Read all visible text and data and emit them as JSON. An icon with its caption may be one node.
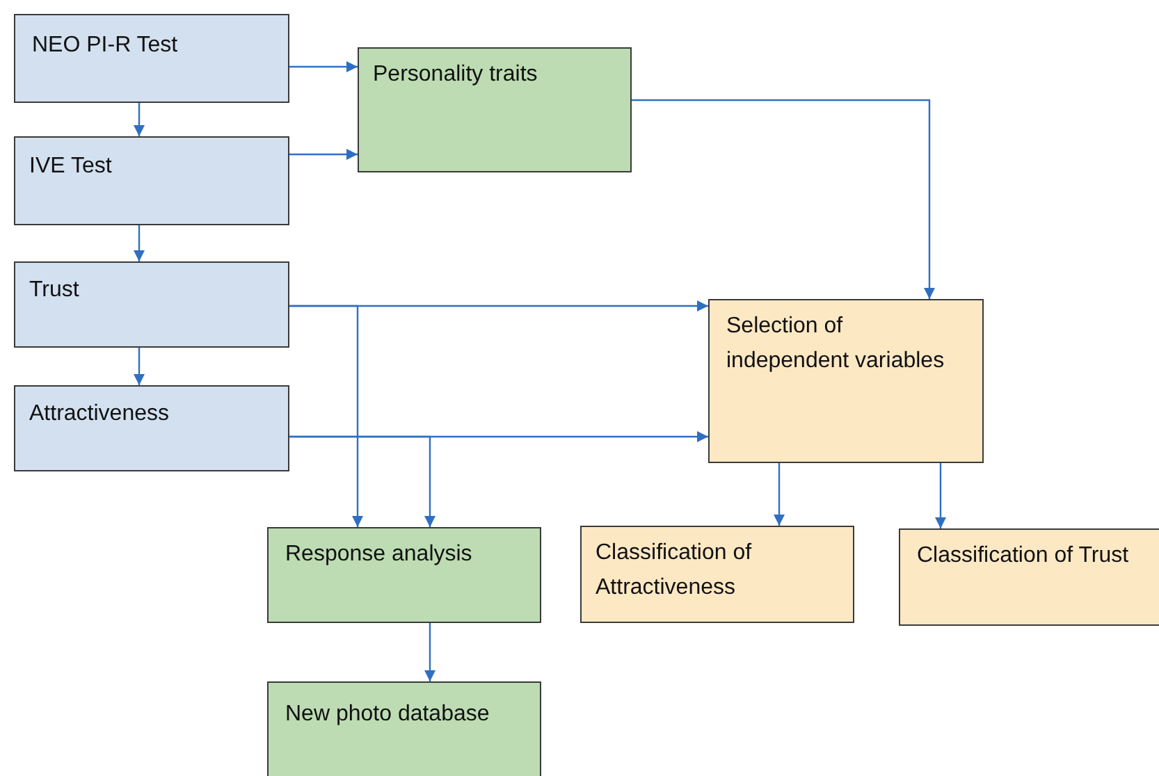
{
  "diagram": {
    "nodes": [
      {
        "text": [
          "NEO PI-R Test"
        ]
      },
      {
        "text": [
          "Personality traits"
        ]
      },
      {
        "text": [
          "IVE Test"
        ]
      },
      {
        "text": [
          "Trust"
        ]
      },
      {
        "text": [
          "Attractiveness"
        ]
      },
      {
        "text": [
          "Selection of independent variables"
        ]
      },
      {
        "text": [
          "Response analysis"
        ]
      },
      {
        "text": [
          "Classification of Attractiveness"
        ]
      },
      {
        "text": [
          "Classification of Trust"
        ]
      },
      {
        "text": [
          "New photo database"
        ]
      }
    ],
    "edges": [
      {
        "from": 0,
        "to": 1,
        "arrow": "to"
      },
      {
        "from": 0,
        "to": 2,
        "arrow": "to"
      },
      {
        "from": 2,
        "to": 1,
        "arrow": "to"
      },
      {
        "from": 2,
        "to": 3,
        "arrow": "to"
      },
      {
        "from": 3,
        "to": 4,
        "arrow": "to"
      },
      {
        "from": 1,
        "to": 5,
        "arrow": "to"
      },
      {
        "from": 3,
        "to": 5,
        "arrow": "to"
      },
      {
        "from": 4,
        "to": 5,
        "arrow": "to"
      },
      {
        "from": 3,
        "to": 6,
        "arrow": "to"
      },
      {
        "from": 4,
        "to": 6,
        "arrow": "to"
      },
      {
        "from": 5,
        "to": 7,
        "arrow": "to"
      },
      {
        "from": 5,
        "to": 8,
        "arrow": "to"
      },
      {
        "from": 6,
        "to": 9,
        "arrow": "to"
      }
    ]
  }
}
